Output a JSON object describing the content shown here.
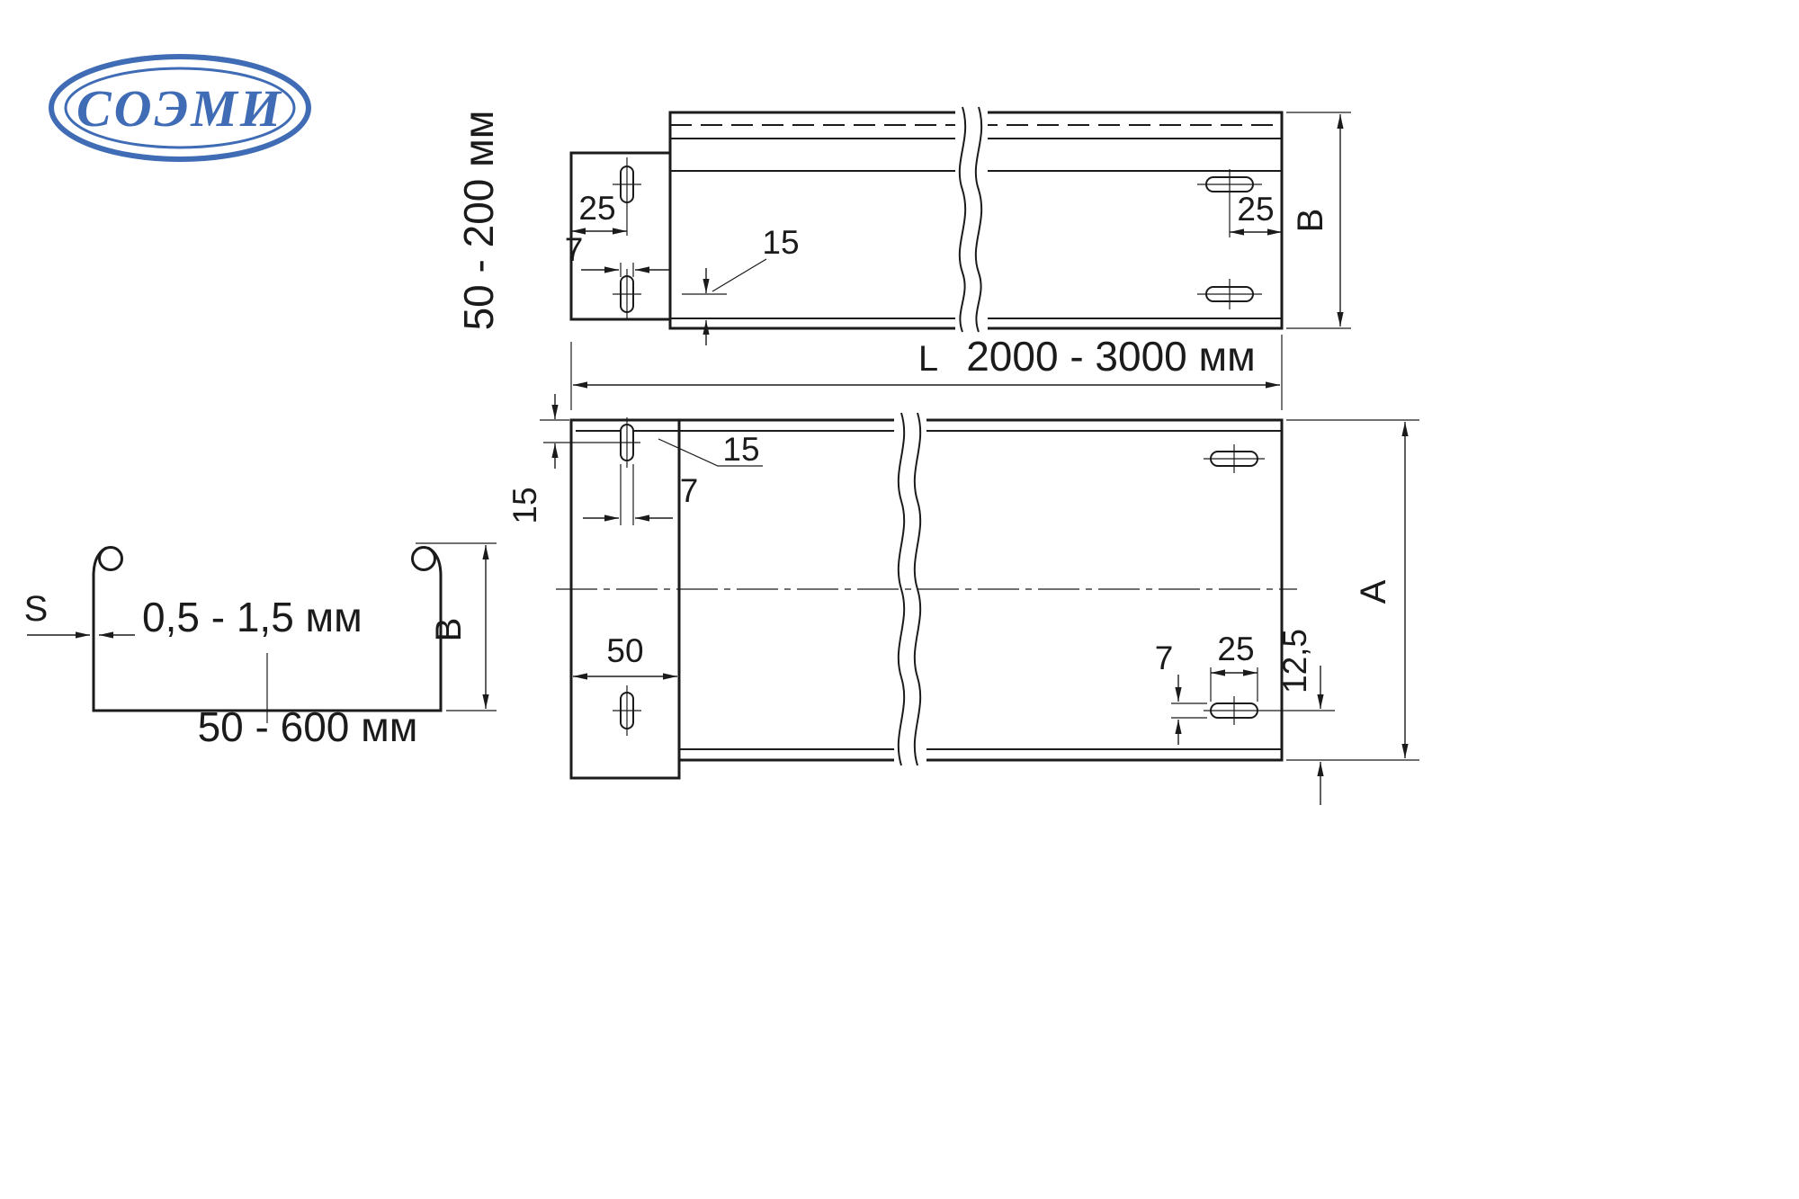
{
  "logo": {
    "text": "СОЭМИ",
    "color": "#3f6cb5"
  },
  "line_color": "#1b1b1b",
  "side_view": {
    "height_range_label": "50 - 200 мм",
    "dim_hole_offset": "25",
    "dim_slot_width": "7",
    "dim_edge_offset": "15",
    "dim_end_offset": "25",
    "dim_height_letter": "B"
  },
  "length_dim": {
    "letter": "L",
    "range_label": "2000 - 3000 мм"
  },
  "plan_view": {
    "dim_top_offset": "15",
    "dim_slot_length": "15",
    "dim_slot_width": "7",
    "dim_tab_width": "50",
    "dim_slot_width_bottom": "7",
    "dim_slot_length_bottom": "25",
    "dim_bottom_offset": "12,5",
    "dim_width_letter": "A"
  },
  "cross_section": {
    "thickness_letter": "S",
    "thickness_range_label": "0,5 - 1,5 мм",
    "height_letter": "B",
    "width_range_label": "50 - 600 мм"
  }
}
